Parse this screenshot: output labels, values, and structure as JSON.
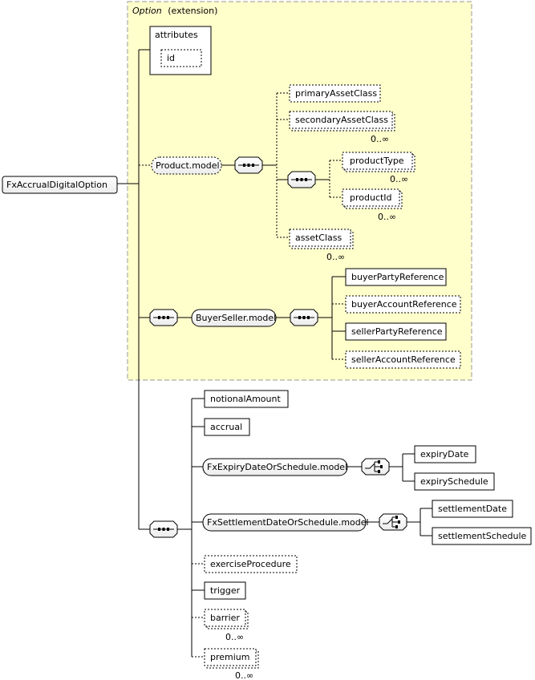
{
  "group": {
    "name": "Option",
    "suffix": "(extension)"
  },
  "root": {
    "label": "FxAccrualDigitalOption"
  },
  "attributes": {
    "label": "attributes",
    "items": [
      {
        "label": "id"
      }
    ]
  },
  "product_model": {
    "label": "Product.model",
    "children": [
      {
        "label": "primaryAssetClass",
        "occurrence": ""
      },
      {
        "label": "secondaryAssetClass",
        "occurrence": "0..∞"
      },
      {
        "label": "productType",
        "occurrence": "0..∞"
      },
      {
        "label": "productId",
        "occurrence": "0..∞"
      },
      {
        "label": "assetClass",
        "occurrence": "0..∞"
      }
    ]
  },
  "buyer_seller_model": {
    "label": "BuyerSeller.model",
    "children": [
      {
        "label": "buyerPartyReference"
      },
      {
        "label": "buyerAccountReference"
      },
      {
        "label": "sellerPartyReference"
      },
      {
        "label": "sellerAccountReference"
      }
    ]
  },
  "main_sequence": {
    "children": [
      {
        "label": "notionalAmount",
        "occurrence": ""
      },
      {
        "label": "accrual",
        "occurrence": ""
      },
      {
        "label": "FxExpiryDateOrSchedule.model",
        "occurrence": ""
      },
      {
        "label": "FxSettlementDateOrSchedule.model",
        "occurrence": ""
      },
      {
        "label": "exerciseProcedure",
        "occurrence": ""
      },
      {
        "label": "trigger",
        "occurrence": ""
      },
      {
        "label": "barrier",
        "occurrence": "0..∞"
      },
      {
        "label": "premium",
        "occurrence": "0..∞"
      }
    ]
  },
  "expiry_choice": {
    "children": [
      {
        "label": "expiryDate"
      },
      {
        "label": "expirySchedule"
      }
    ]
  },
  "settlement_choice": {
    "children": [
      {
        "label": "settlementDate"
      },
      {
        "label": "settlementSchedule"
      }
    ]
  }
}
